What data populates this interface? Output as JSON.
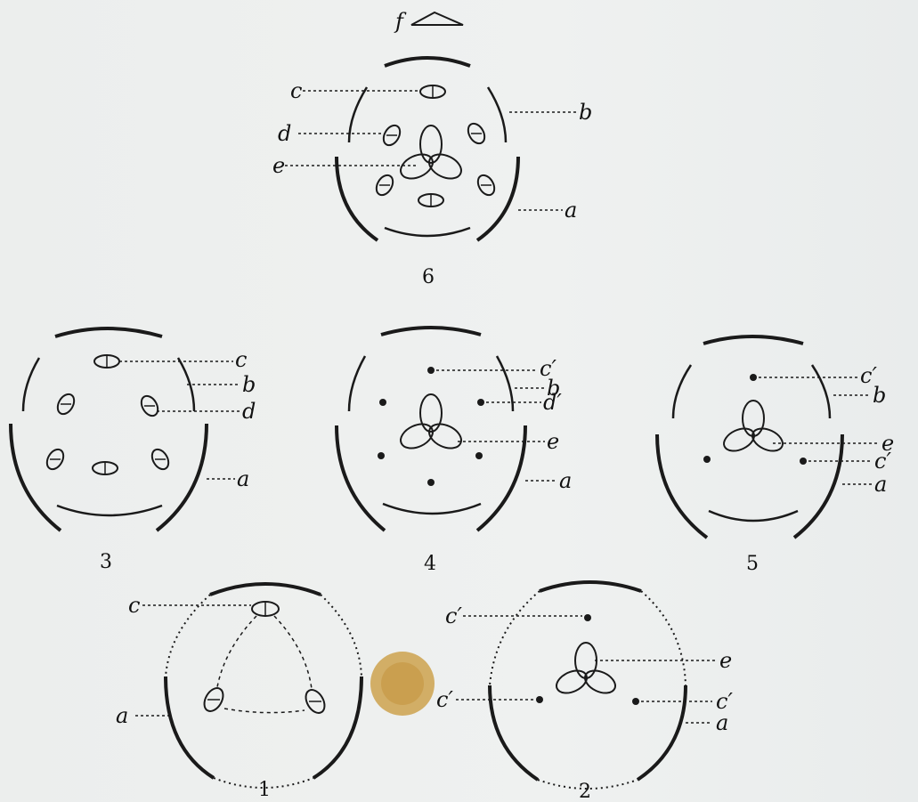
{
  "figure_numbers": {
    "d1": "1",
    "d2": "2",
    "d3": "3",
    "d4": "4",
    "d5": "5",
    "d6": "6"
  },
  "labels": {
    "f": "f",
    "d6": {
      "c": "c",
      "d": "d",
      "e": "e",
      "b": "b",
      "a": "a"
    },
    "d3": {
      "c": "c",
      "b": "b",
      "d": "d",
      "a": "a"
    },
    "d4": {
      "c_prime": "c′",
      "b": "b",
      "d_prime": "d′",
      "e": "e",
      "a": "a"
    },
    "d5": {
      "c_prime_top": "c′",
      "b": "b",
      "e": "e",
      "c_prime_right": "c′",
      "a": "a"
    },
    "d1": {
      "c": "c",
      "a": "a"
    },
    "d2": {
      "c_prime_top": "c′",
      "e": "e",
      "c_prime_left": "c′",
      "c_prime_right": "c′",
      "a": "a"
    }
  },
  "colors": {
    "ink": "#1a1a1a",
    "paper": "#eef0ef",
    "stain": "#c9a04a"
  }
}
